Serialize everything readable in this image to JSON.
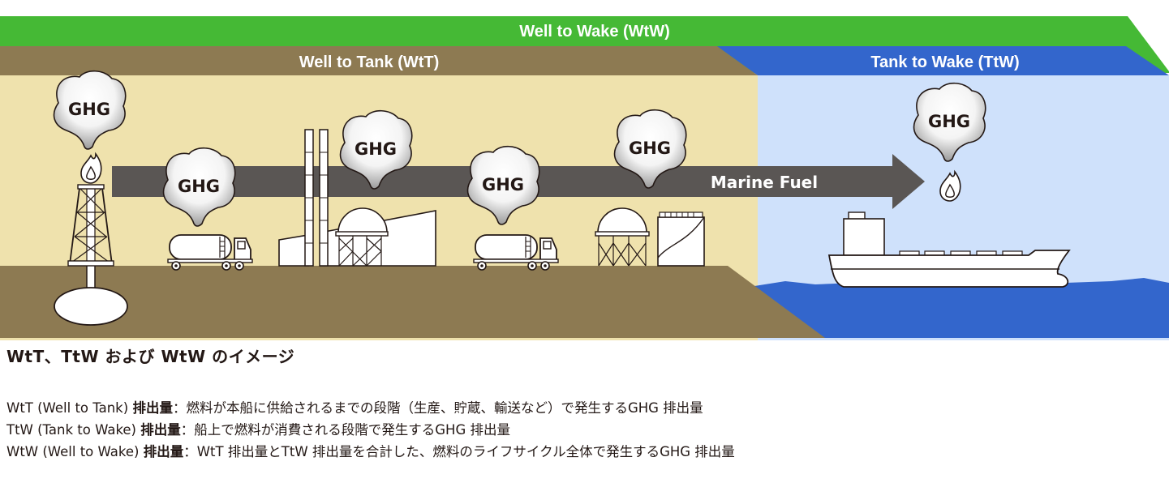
{
  "colors": {
    "wtw_green": "#45b935",
    "wtt_brown": "#8d7a52",
    "ttw_blue": "#3366cc",
    "land_sky": "#efe2ad",
    "sea_sky": "#cfe1fb",
    "sea": "#3366cc",
    "ground": "#8d7a52",
    "arrow": "#5a5654"
  },
  "bands": {
    "wtw_label": "Well to Wake (WtW)",
    "wtt_label": "Well to Tank (WtT)",
    "ttw_label": "Tank to Wake (TtW)"
  },
  "arrow": {
    "label": "Marine Fuel"
  },
  "emissions": [
    {
      "label": "GHG",
      "source": "oil-well"
    },
    {
      "label": "GHG",
      "source": "tanker-truck-1"
    },
    {
      "label": "GHG",
      "source": "refinery"
    },
    {
      "label": "GHG",
      "source": "tanker-truck-2"
    },
    {
      "label": "GHG",
      "source": "storage-depot"
    },
    {
      "label": "GHG",
      "source": "ship"
    }
  ],
  "icons": [
    "oil-well-icon",
    "flame-icon",
    "tanker-truck-icon",
    "refinery-icon",
    "gas-storage-tank-icon",
    "oil-storage-tank-icon",
    "ship-icon",
    "ghg-cloud-icon"
  ],
  "caption": "WtT、TtW および WtW のイメージ",
  "definitions": [
    {
      "term": "WtT (Well to Tank)",
      "term_suffix": "排出量",
      "separator": "：",
      "description": "燃料が本船に供給されるまでの段階（生産、貯蔵、輸送など）で発生するGHG 排出量"
    },
    {
      "term": "TtW (Tank to Wake)",
      "term_suffix": "排出量",
      "separator": "：",
      "description": "船上で燃料が消費される段階で発生するGHG 排出量"
    },
    {
      "term": "WtW (Well to Wake)",
      "term_suffix": "排出量",
      "separator": "：",
      "description": "WtT 排出量とTtW 排出量を合計した、燃料のライフサイクル全体で発生するGHG 排出量"
    }
  ]
}
